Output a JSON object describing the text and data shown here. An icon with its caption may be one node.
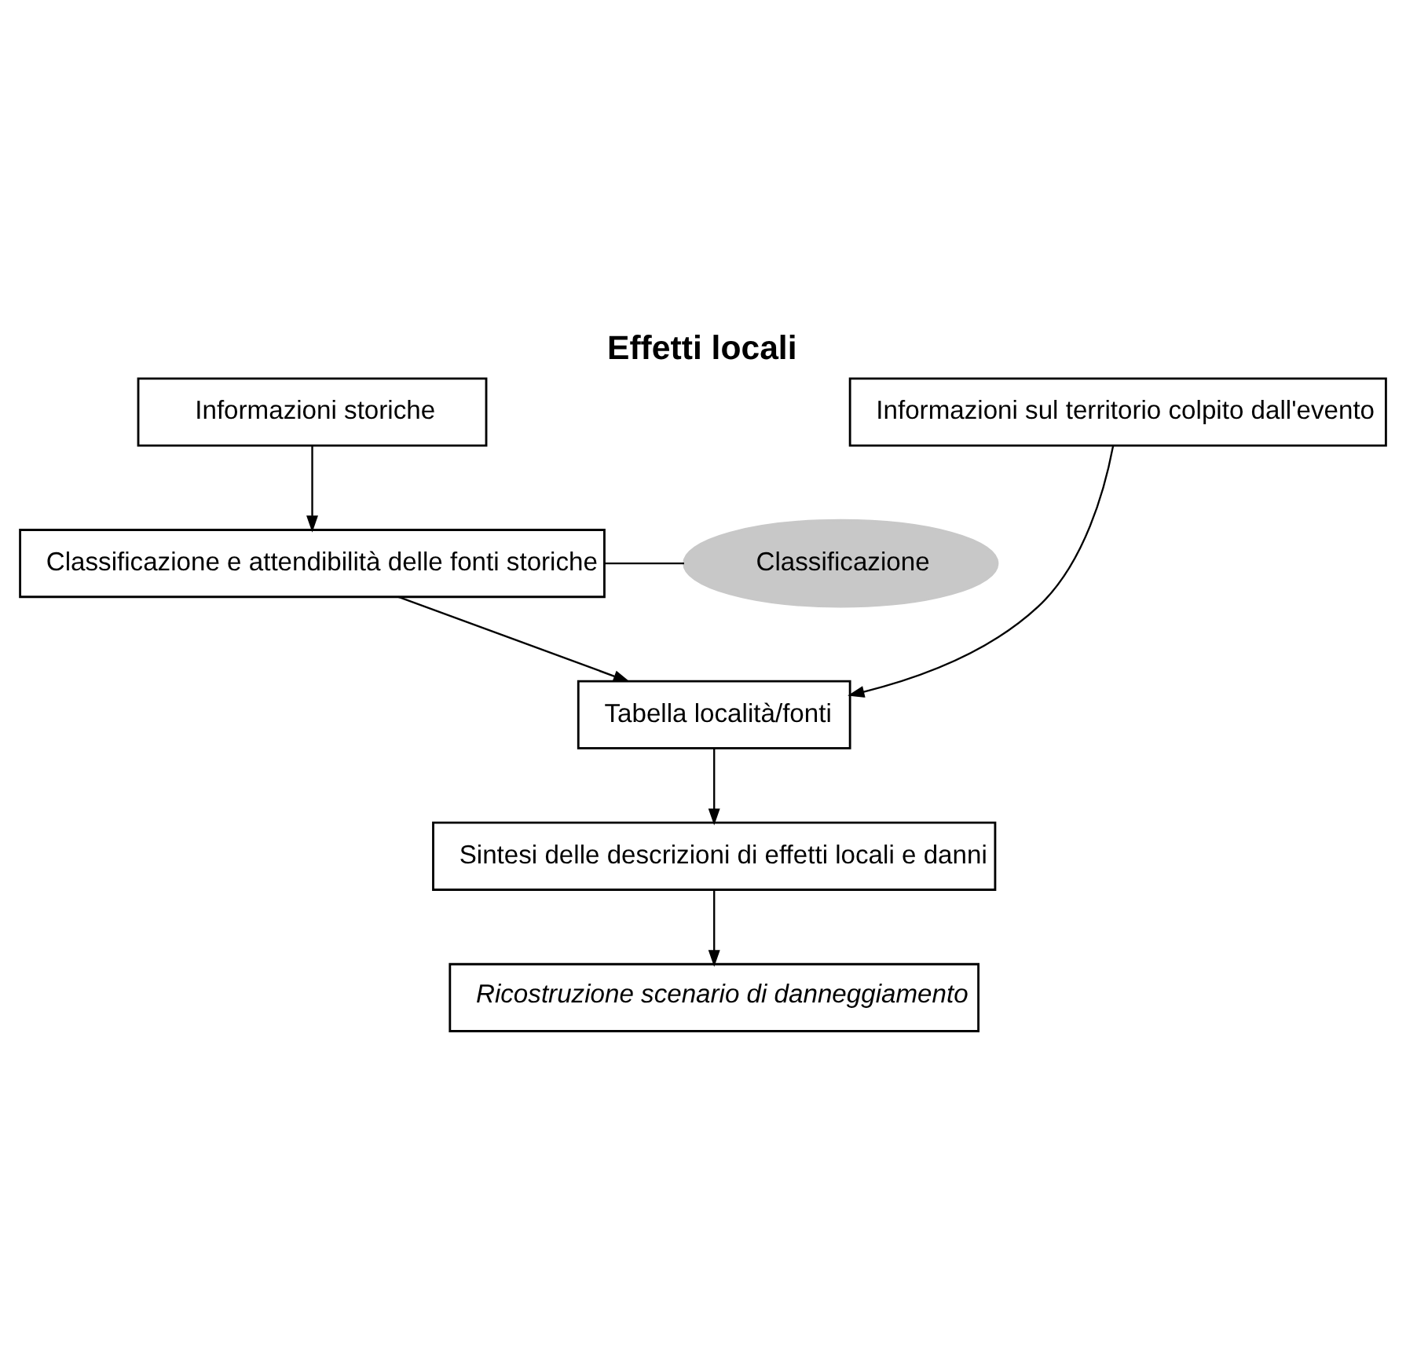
{
  "diagram": {
    "title": "Effetti locali",
    "nodes": [
      {
        "text": [
          "Informazioni storiche"
        ]
      },
      {
        "text": [
          "Informazioni sul territorio colpito dall'evento"
        ]
      },
      {
        "text": [
          "Classificazione"
        ]
      },
      {
        "text": [
          "Classificazione e attendibilità delle fonti storiche"
        ]
      },
      {
        "text": [
          "Tabella località/fonti"
        ]
      },
      {
        "text": [
          "Sintesi delle descrizioni di effetti locali e danni"
        ]
      },
      {
        "text": [
          "Ricostruzione scenario di danneggiamento"
        ]
      }
    ],
    "edges": [
      {
        "from": 0,
        "to": 3,
        "arrow": "to"
      },
      {
        "from": 2,
        "to": 3,
        "arrow": "none"
      },
      {
        "from": 3,
        "to": 4,
        "arrow": "to"
      },
      {
        "from": 1,
        "to": 4,
        "arrow": "to"
      },
      {
        "from": 4,
        "to": 5,
        "arrow": "to"
      },
      {
        "from": 5,
        "to": 6,
        "arrow": "to"
      }
    ]
  }
}
